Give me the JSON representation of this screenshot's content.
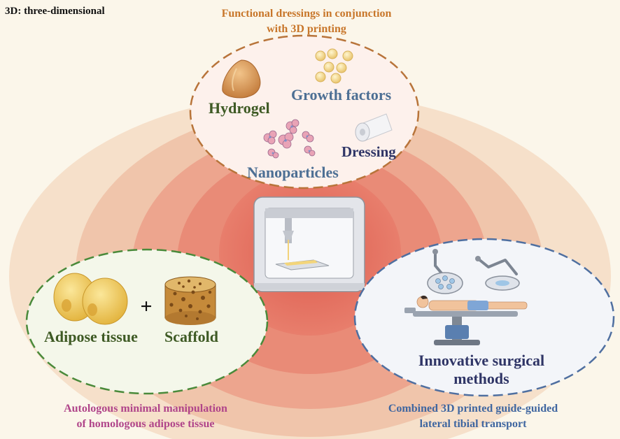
{
  "abbreviation": "3D: three-dimensional",
  "top": {
    "caption_line1": "Functional dressings in conjunction",
    "caption_line2": "with 3D printing",
    "labels": {
      "hydrogel": "Hydrogel",
      "growth_factors": "Growth factors",
      "dressing": "Dressing",
      "nanoparticles": "Nanoparticles"
    }
  },
  "left": {
    "label_adipose": "Adipose tissue",
    "plus": "+",
    "label_scaffold": "Scaffold",
    "caption_line1": "Autologous minimal manipulation",
    "caption_line2": "of homologous adipose tissue"
  },
  "right": {
    "label_line1": "Innovative surgical",
    "label_line2": "methods",
    "caption_line1": "Combined 3D printed guide-guided",
    "caption_line2": "lateral tibial transport"
  },
  "colors": {
    "background": "#fbf6ea",
    "top_caption": "#c8762a",
    "left_caption": "#b0458a",
    "right_caption": "#3f66a0",
    "dark_green": "#3e5a24",
    "steel_blue": "#4d6f94",
    "navy": "#2f3566",
    "left_dash": "#4a8a3a",
    "right_dash": "#4f6fa0",
    "top_dash": "#b8743a"
  }
}
